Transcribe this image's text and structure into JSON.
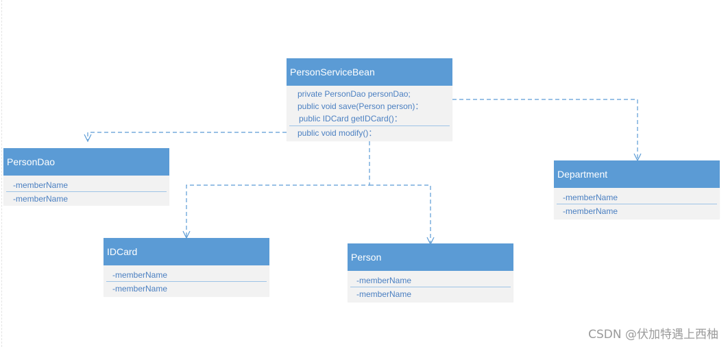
{
  "classes": {
    "person_service_bean": {
      "name": "PersonServiceBean",
      "members": [
        "private PersonDao personDao;",
        "public void save(Person person)：",
        "public IDCard getIDCard()：",
        "public void modify()："
      ]
    },
    "person_dao": {
      "name": "PersonDao",
      "members": [
        "-memberName",
        "-memberName"
      ]
    },
    "department": {
      "name": "Department",
      "members": [
        "-memberName",
        "-memberName"
      ]
    },
    "id_card": {
      "name": "IDCard",
      "members": [
        "-memberName",
        "-memberName"
      ]
    },
    "person": {
      "name": "Person",
      "members": [
        "-memberName",
        "-memberName"
      ]
    }
  },
  "colors": {
    "header": "#5b9bd5",
    "body": "#f2f2f2",
    "member_text": "#4a7fc1",
    "connector": "#5b9bd5"
  },
  "watermark": "CSDN @伏加特遇上西柚"
}
